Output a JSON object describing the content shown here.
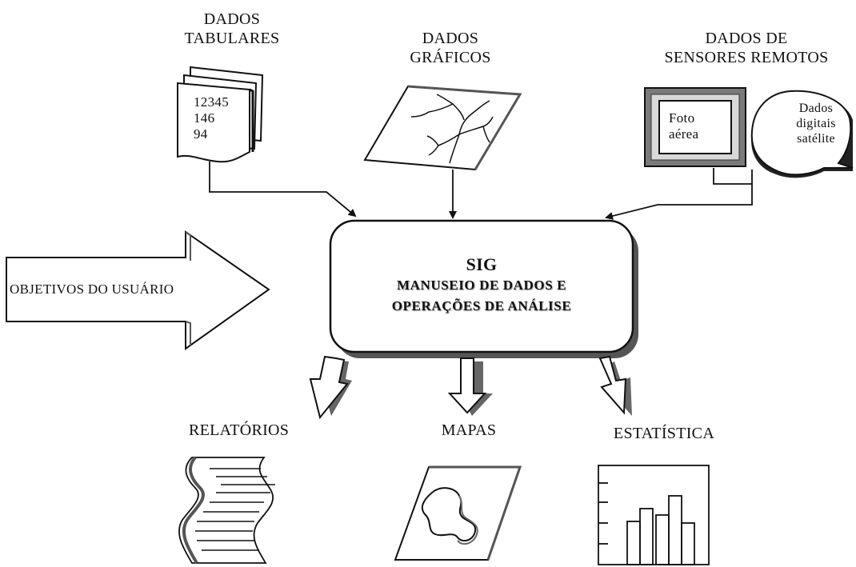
{
  "inputs": {
    "tabular": {
      "title_line1": "DADOS",
      "title_line2": "TABULARES",
      "numbers": [
        "12345",
        "146",
        "94"
      ]
    },
    "graphic": {
      "title_line1": "DADOS",
      "title_line2": "GRÁFICOS"
    },
    "remote": {
      "title_line1": "DADOS DE",
      "title_line2": "SENSORES REMOTOS",
      "photo_line1": "Foto",
      "photo_line2": "aérea",
      "digital_line1": "Dados",
      "digital_line2": "digitais",
      "digital_line3": "satélite"
    }
  },
  "objectives": {
    "label": "OBJETIVOS DO USUÁRIO"
  },
  "core": {
    "title": "SIG",
    "line1": "MANUSEIO DE DADOS E",
    "line2": "OPERAÇÕES DE ANÁLISE"
  },
  "outputs": {
    "reports": "RELATÓRIOS",
    "maps": "MAPAS",
    "statistics": "ESTATÍSTICA"
  }
}
